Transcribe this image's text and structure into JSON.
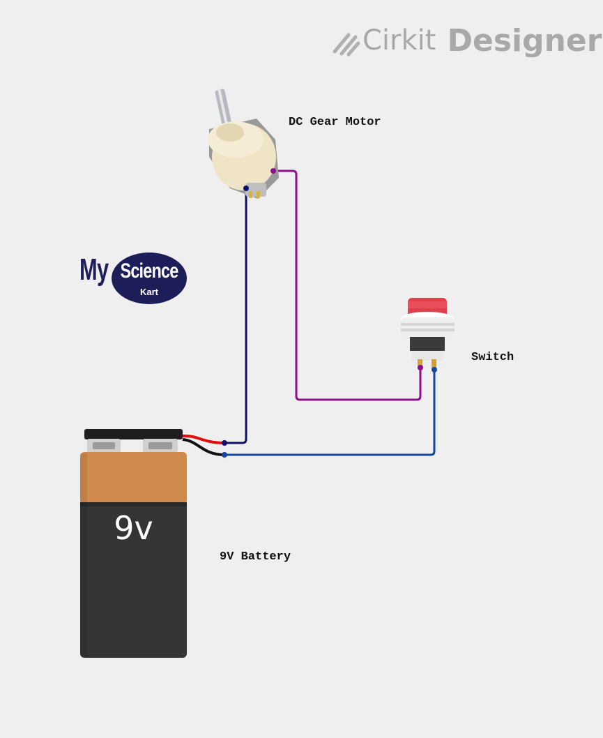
{
  "brand": {
    "word1": "Cirkit",
    "word2": "Designer"
  },
  "logo": {
    "word_my": "My",
    "word_science": "Science",
    "word_kart": "Kart"
  },
  "components": {
    "motor": {
      "label": "DC Gear Motor"
    },
    "switch": {
      "label": "Switch"
    },
    "battery": {
      "label": "9V Battery",
      "marking": "9v"
    }
  },
  "wires": [
    {
      "id": "motor-to-switch",
      "from": "DC Gear Motor",
      "to": "Switch",
      "color": "#8e0f8e"
    },
    {
      "id": "motor-to-battery",
      "from": "DC Gear Motor",
      "to": "9V Battery",
      "color": "#10106a"
    },
    {
      "id": "switch-to-battery",
      "from": "Switch",
      "to": "9V Battery",
      "color": "#1547a0"
    }
  ],
  "colors": {
    "background": "#efefef",
    "battery_top": "#d08a4e",
    "battery_body": "#353535",
    "switch_button": "#e0404c",
    "battery_lead_red": "#e01010",
    "battery_lead_black": "#111111"
  }
}
